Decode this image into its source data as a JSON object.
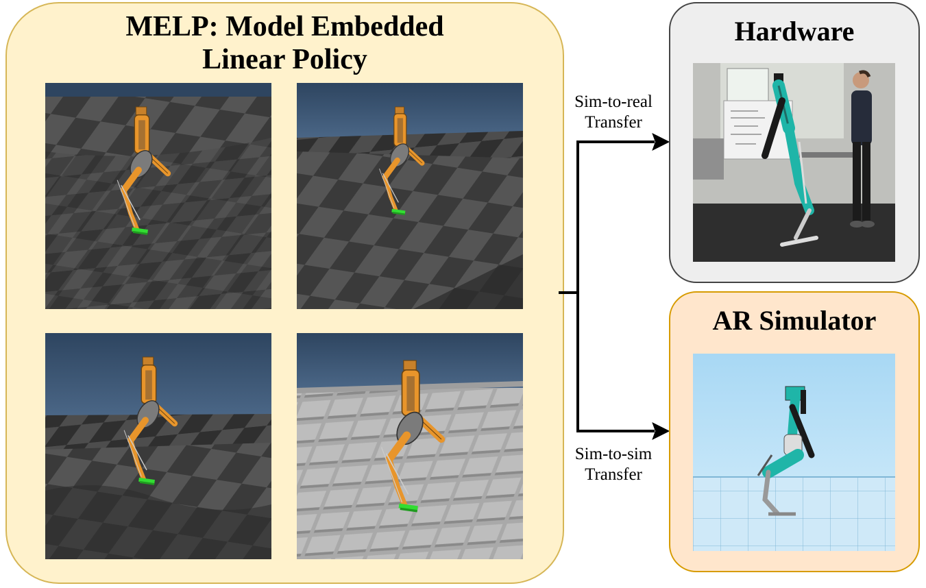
{
  "melp": {
    "title_line1": "MELP: Model Embedded",
    "title_line2": "Linear Policy"
  },
  "hardware": {
    "title": "Hardware"
  },
  "ar_simulator": {
    "title": "AR Simulator"
  },
  "arrows": {
    "sim_to_real_line1": "Sim-to-real",
    "sim_to_real_line2": "Transfer",
    "sim_to_sim_line1": "Sim-to-sim",
    "sim_to_sim_line2": "Transfer"
  },
  "colors": {
    "melp_fill": "#fff2cc",
    "melp_border": "#d6b656",
    "hardware_fill": "#eeeeee",
    "ar_fill": "#ffe6cc",
    "ar_border": "#d79b00",
    "robot_orange": "#e8952b",
    "robot_teal": "#1fb5a8",
    "foot_green": "#33dd33"
  },
  "icons": [
    "sim-flat-terrain-image",
    "sim-slope-terrain-image",
    "sim-wave-terrain-image",
    "sim-block-terrain-image",
    "hardware-photo",
    "ar-simulator-render"
  ]
}
